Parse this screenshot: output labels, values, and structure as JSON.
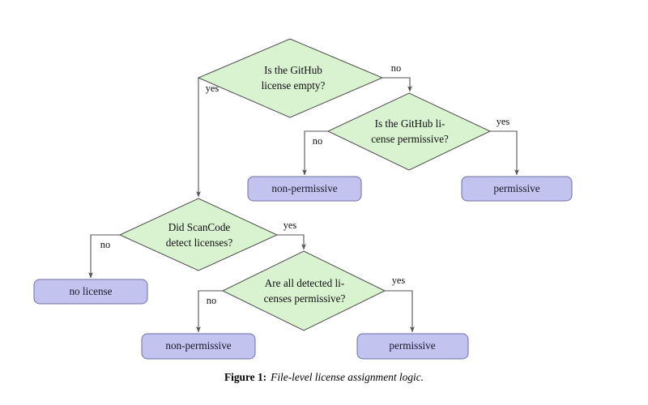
{
  "figure": {
    "caption_label": "Figure 1:",
    "caption_text": "File-level license assignment logic.",
    "background_color": "#ffffff"
  },
  "colors": {
    "decision_fill": "#d9f2d0",
    "decision_stroke": "#4d4d4d",
    "terminal_fill": "#c3c3f0",
    "terminal_stroke": "#6f6fa8",
    "edge_stroke": "#545454",
    "text": "#101010"
  },
  "diagram": {
    "type": "flowchart",
    "nodes": [
      {
        "id": "d1",
        "kind": "decision",
        "line1": "Is the GitHub",
        "line2": "license empty?"
      },
      {
        "id": "d2",
        "kind": "decision",
        "line1": "Is the GitHub li-",
        "line2": "cense permissive?"
      },
      {
        "id": "d3",
        "kind": "decision",
        "line1": "Did ScanCode",
        "line2": "detect licenses?"
      },
      {
        "id": "d4",
        "kind": "decision",
        "line1": "Are all detected li-",
        "line2": "censes permissive?"
      },
      {
        "id": "t1",
        "kind": "terminal",
        "label": "non-permissive"
      },
      {
        "id": "t2",
        "kind": "terminal",
        "label": "permissive"
      },
      {
        "id": "t3",
        "kind": "terminal",
        "label": "no license"
      },
      {
        "id": "t4",
        "kind": "terminal",
        "label": "non-permissive"
      },
      {
        "id": "t5",
        "kind": "terminal",
        "label": "permissive"
      }
    ],
    "edges": [
      {
        "id": "e1",
        "from": "d1",
        "to": "d3",
        "label": "yes"
      },
      {
        "id": "e2",
        "from": "d1",
        "to": "d2",
        "label": "no"
      },
      {
        "id": "e3",
        "from": "d2",
        "to": "t1",
        "label": "no"
      },
      {
        "id": "e4",
        "from": "d2",
        "to": "t2",
        "label": "yes"
      },
      {
        "id": "e5",
        "from": "d3",
        "to": "t3",
        "label": "no"
      },
      {
        "id": "e6",
        "from": "d3",
        "to": "d4",
        "label": "yes"
      },
      {
        "id": "e7",
        "from": "d4",
        "to": "t4",
        "label": "no"
      },
      {
        "id": "e8",
        "from": "d4",
        "to": "t5",
        "label": "yes"
      }
    ]
  }
}
